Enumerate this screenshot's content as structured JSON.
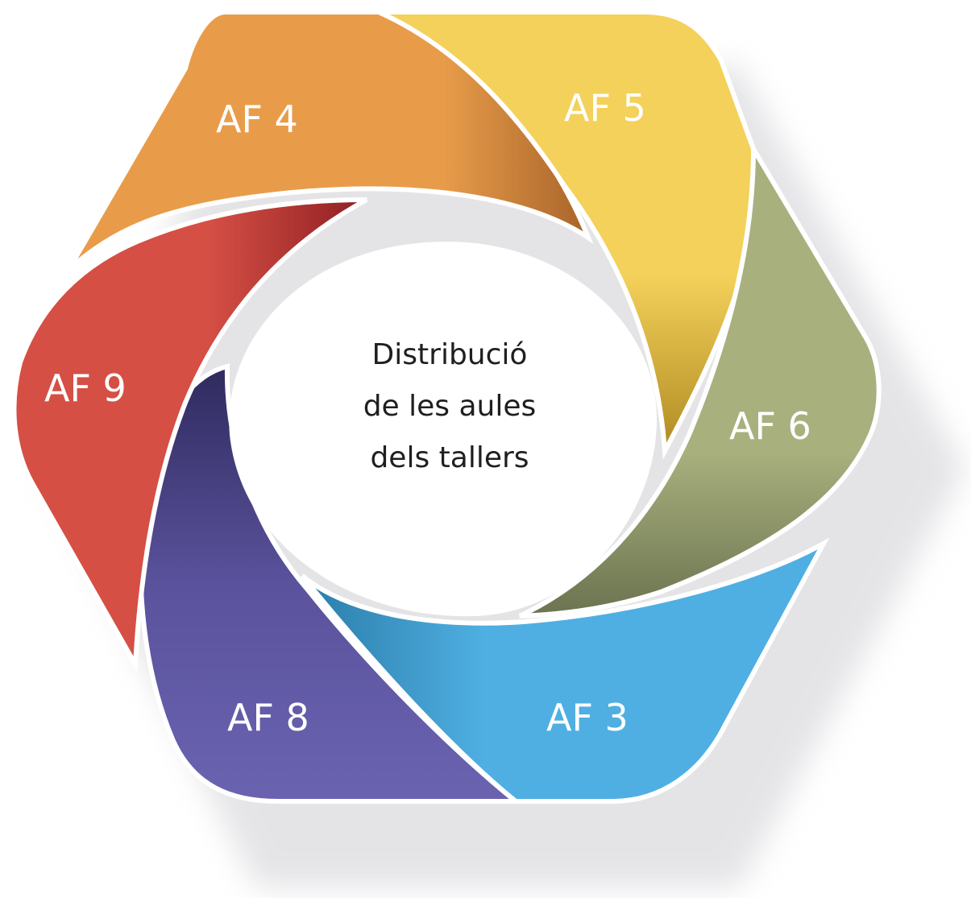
{
  "center": {
    "lines": [
      "Distribució",
      "de les aules",
      "dels tallers"
    ]
  },
  "segments": [
    {
      "id": "af4",
      "label": "AF 4",
      "color": "#E89C4A",
      "shade": "#A8642A"
    },
    {
      "id": "af5",
      "label": "AF 5",
      "color": "#F3D15A",
      "shade": "#B08A22"
    },
    {
      "id": "af6",
      "label": "AF 6",
      "color": "#A8B07E",
      "shade": "#6B7350"
    },
    {
      "id": "af3",
      "label": "AF 3",
      "color": "#4FAFE2",
      "shade": "#2A7CA8"
    },
    {
      "id": "af8",
      "label": "AF 8",
      "color": "#6A63B0",
      "shade": "#2F2B5E"
    },
    {
      "id": "af9",
      "label": "AF 9",
      "color": "#D54F45",
      "shade": "#8E1F22"
    }
  ]
}
